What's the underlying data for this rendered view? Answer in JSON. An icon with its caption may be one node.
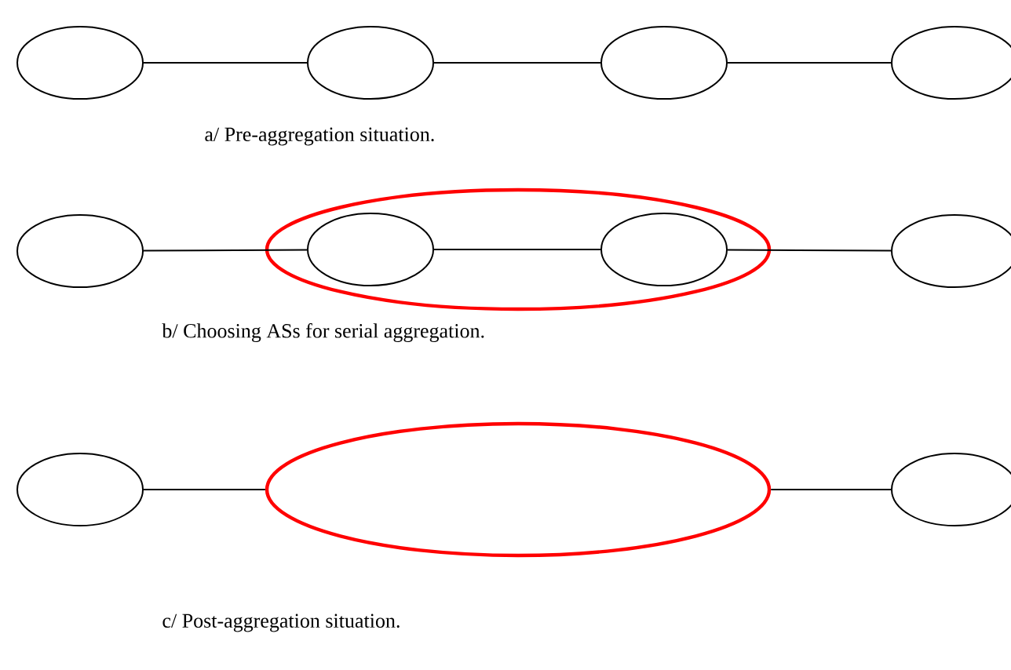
{
  "diagram": {
    "nodes": [
      {
        "text": [],
        "shape": "ellipse"
      },
      {
        "text": [],
        "shape": "ellipse"
      },
      {
        "text": [],
        "shape": "ellipse"
      },
      {
        "text": [],
        "shape": "ellipse"
      },
      {
        "text": [],
        "shape": "ellipse"
      },
      {
        "text": [],
        "shape": "ellipse"
      },
      {
        "text": [],
        "shape": "ellipse",
        "in": 5
      },
      {
        "text": [],
        "shape": "ellipse",
        "in": 5
      },
      {
        "text": [],
        "shape": "ellipse"
      },
      {
        "text": [],
        "shape": "ellipse"
      },
      {
        "text": [],
        "shape": "ellipse"
      },
      {
        "text": [],
        "shape": "ellipse"
      }
    ],
    "edges": [
      {
        "from": 0,
        "to": 1,
        "arrow": "none"
      },
      {
        "from": 1,
        "to": 2,
        "arrow": "none"
      },
      {
        "from": 2,
        "to": 3,
        "arrow": "none"
      },
      {
        "from": 4,
        "to": 6,
        "arrow": "none"
      },
      {
        "from": 6,
        "to": 7,
        "arrow": "none"
      },
      {
        "from": 7,
        "to": 8,
        "arrow": "none"
      },
      {
        "from": 9,
        "to": 10,
        "arrow": "none"
      },
      {
        "from": 10,
        "to": 11,
        "arrow": "none"
      }
    ],
    "labels": [
      "a/ Pre-aggregation situation.",
      "b/ Choosing ASs for serial aggregation.",
      "c/ Post-aggregation situation."
    ]
  }
}
